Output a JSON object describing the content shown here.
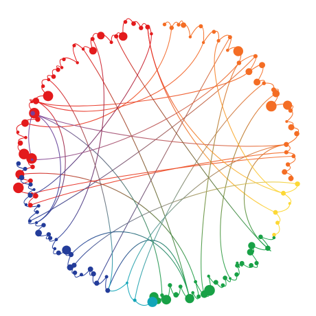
{
  "diagram": {
    "type": "circular-network",
    "text": [],
    "node_groups": [
      {
        "name": "",
        "color": "#e31a1c",
        "count": 38
      },
      {
        "name": "",
        "color": "#f46d24",
        "count": 32
      },
      {
        "name": "",
        "color": "#fdd835",
        "count": 6
      },
      {
        "name": "",
        "color": "#18a146",
        "count": 30
      },
      {
        "name": "",
        "color": "#12a5b8",
        "count": 4
      },
      {
        "name": "",
        "color": "#233c9a",
        "count": 30
      },
      {
        "name": "",
        "color": "#7b3f96",
        "count": 2
      }
    ],
    "edge_count": 29
  }
}
